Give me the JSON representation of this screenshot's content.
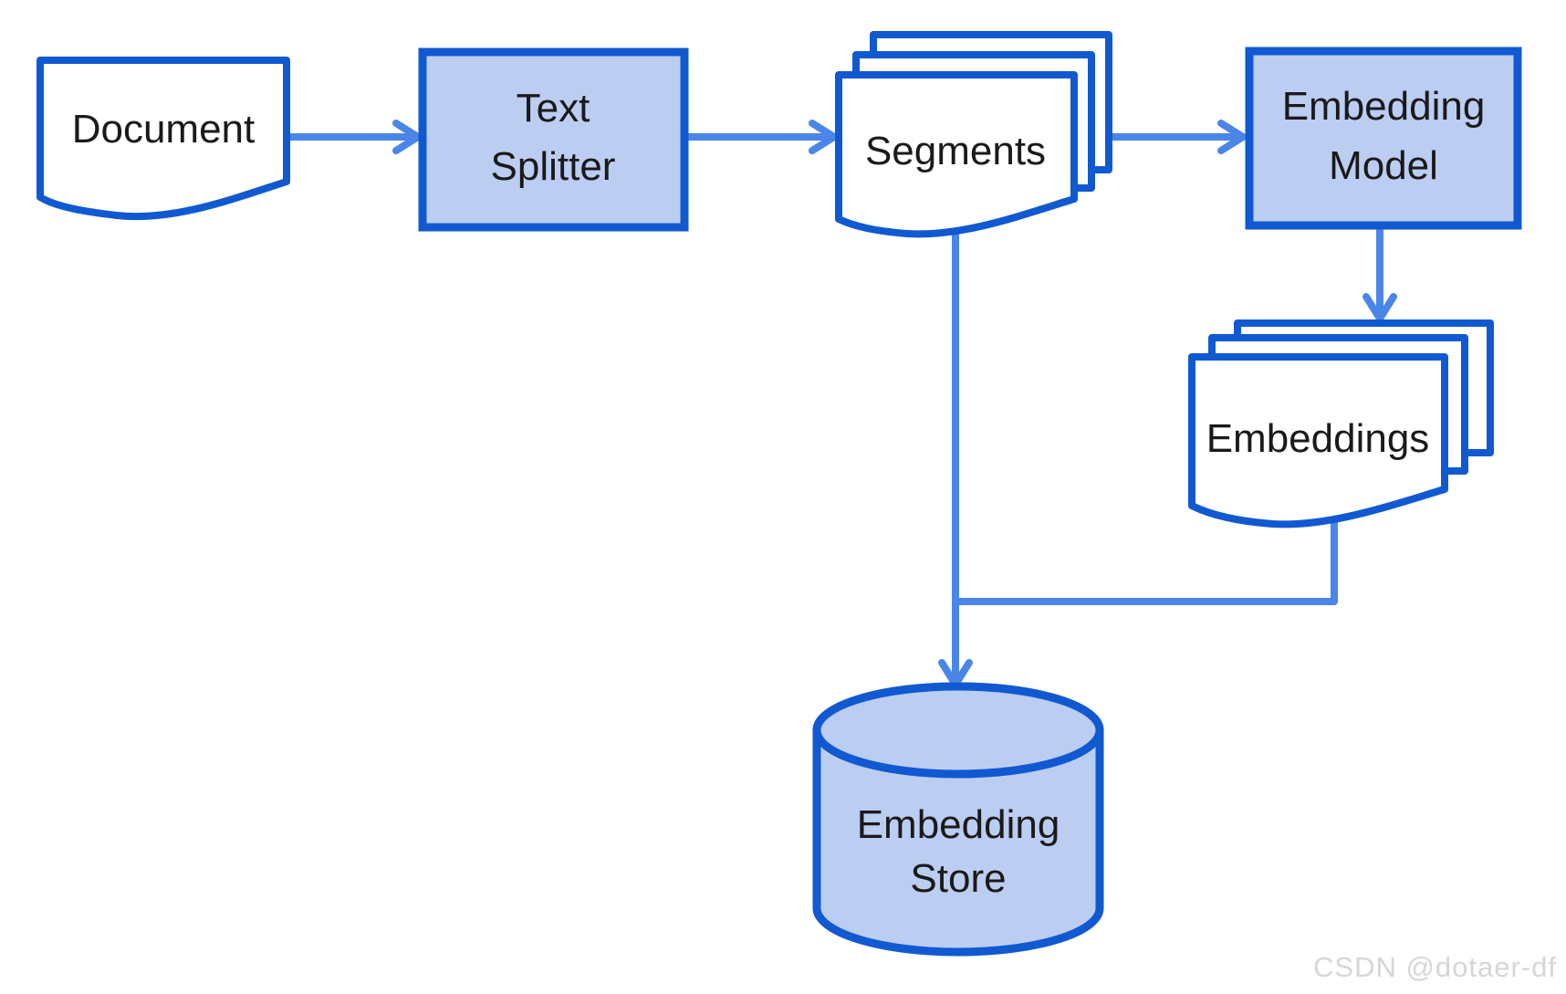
{
  "diagram": {
    "description": "Document embedding ingestion pipeline flowchart",
    "nodes": {
      "document": {
        "label": "Document",
        "shape": "document"
      },
      "text_splitter": {
        "line1": "Text",
        "line2": "Splitter",
        "shape": "process-box"
      },
      "segments": {
        "label": "Segments",
        "shape": "multi-document"
      },
      "embedding_model": {
        "line1": "Embedding",
        "line2": "Model",
        "shape": "process-box"
      },
      "embeddings": {
        "label": "Embeddings",
        "shape": "multi-document"
      },
      "embedding_store": {
        "line1": "Embedding",
        "line2": "Store",
        "shape": "database-cylinder"
      }
    },
    "edges": [
      {
        "from": "document",
        "to": "text_splitter"
      },
      {
        "from": "text_splitter",
        "to": "segments"
      },
      {
        "from": "segments",
        "to": "embedding_model"
      },
      {
        "from": "embedding_model",
        "to": "embeddings"
      },
      {
        "from": "segments",
        "to": "embedding_store"
      },
      {
        "from": "embeddings",
        "to": "embedding_store"
      }
    ],
    "colors": {
      "shape_border": "#1159d1",
      "shape_fill_blue": "#bccdf2",
      "shape_fill_white": "#ffffff",
      "arrow": "#4a86e8",
      "label_text": "#1a1a1a",
      "watermark_text": "#d6d6d6",
      "background": "#ffffff"
    }
  },
  "watermark": {
    "text": "CSDN @dotaer-df"
  }
}
